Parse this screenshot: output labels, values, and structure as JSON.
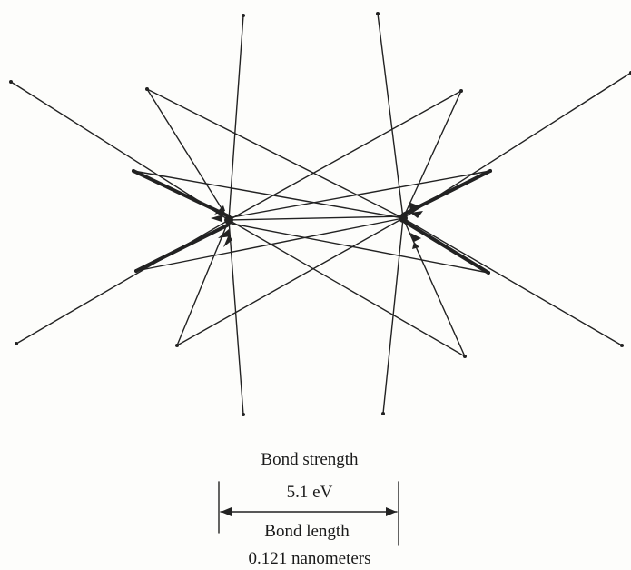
{
  "labels": {
    "strength_title": "Bond strength",
    "strength_value": "5.1 eV",
    "length_title": "Bond length",
    "length_value": "0.121 nanometers"
  },
  "colors": {
    "ink": "#222222",
    "paper": "#fdfdfb"
  }
}
